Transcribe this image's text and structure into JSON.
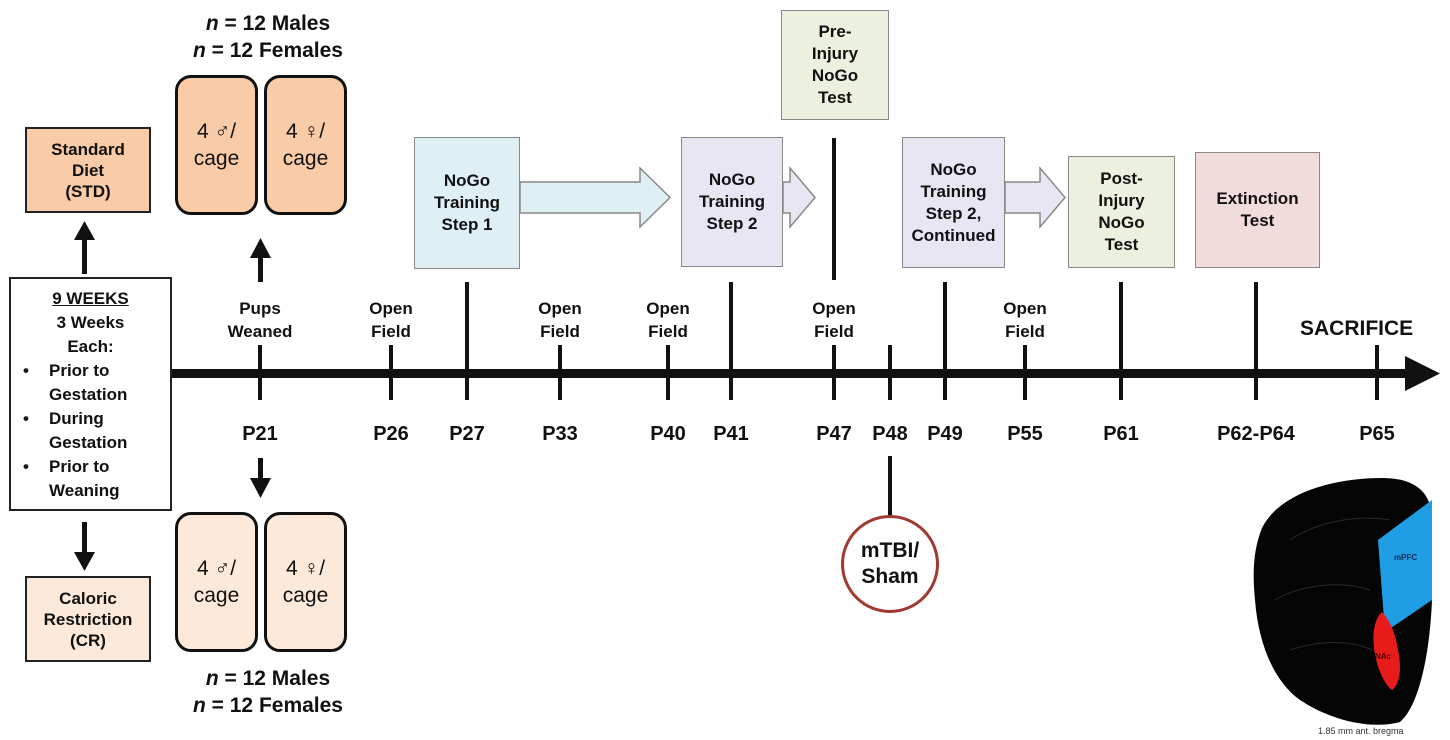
{
  "cohort": {
    "top_males": "n = 12 Males",
    "top_females": "n = 12 Females",
    "bottom_males": "n = 12 Males",
    "bottom_females": "n = 12 Females",
    "n_symbol": "n",
    "males_suffix": " = 12 Males",
    "females_suffix": " = 12 Females"
  },
  "diets": {
    "standard": [
      "Standard",
      "Diet",
      "(STD)"
    ],
    "caloric": [
      "Caloric",
      "Restriction",
      "(CR)"
    ]
  },
  "cages": {
    "male": [
      "4 ♂/",
      "cage"
    ],
    "female": [
      "4 ♀/",
      "cage"
    ]
  },
  "weeks_box": {
    "title": "9 WEEKS",
    "subtitle_1": "3 Weeks",
    "subtitle_2": "Each:",
    "items": [
      [
        "Prior to",
        "Gestation"
      ],
      [
        "During",
        "Gestation"
      ],
      [
        "Prior to",
        "Weaning"
      ]
    ]
  },
  "timeline": {
    "above_labels": [
      {
        "id": "pups",
        "lines": [
          "Pups",
          "Weaned"
        ]
      },
      {
        "id": "of26",
        "lines": [
          "Open",
          "Field"
        ]
      },
      {
        "id": "of33",
        "lines": [
          "Open",
          "Field"
        ]
      },
      {
        "id": "of40",
        "lines": [
          "Open",
          "Field"
        ]
      },
      {
        "id": "of47",
        "lines": [
          "Open",
          "Field"
        ]
      },
      {
        "id": "of55",
        "lines": [
          "Open",
          "Field"
        ]
      }
    ],
    "days": [
      "P21",
      "P26",
      "P27",
      "P33",
      "P40",
      "P41",
      "P47",
      "P48",
      "P49",
      "P55",
      "P61",
      "P62-P64",
      "P65"
    ],
    "end_label": "SACRIFICE"
  },
  "stages": {
    "step1": [
      "NoGo",
      "Training",
      "Step 1"
    ],
    "step2": [
      "NoGo",
      "Training",
      "Step 2"
    ],
    "pre": [
      "Pre-",
      "Injury",
      "NoGo",
      "Test"
    ],
    "step2c": [
      "NoGo",
      "Training",
      "Step 2,",
      "Continued"
    ],
    "post": [
      "Post-",
      "Injury",
      "NoGo",
      "Test"
    ],
    "extinction": [
      "Extinction",
      "Test"
    ]
  },
  "injury": [
    "mTBI/",
    "Sham"
  ],
  "brain": {
    "mpfc": "mPFC",
    "nac": "NAc",
    "caption": "1.85 mm ant. bregma"
  },
  "colors": {
    "std_fill": "#f9cba7",
    "cr_fill": "#fde9d9",
    "step1_fill": "#dff0f5",
    "step2_fill": "#e8e6f3",
    "pre_fill": "#ebf1de",
    "extinction_fill": "#f2dcdb",
    "injury_ring": "#a0392f",
    "mpfc_fill": "#1f9ee6",
    "nac_fill": "#e81b1b"
  }
}
